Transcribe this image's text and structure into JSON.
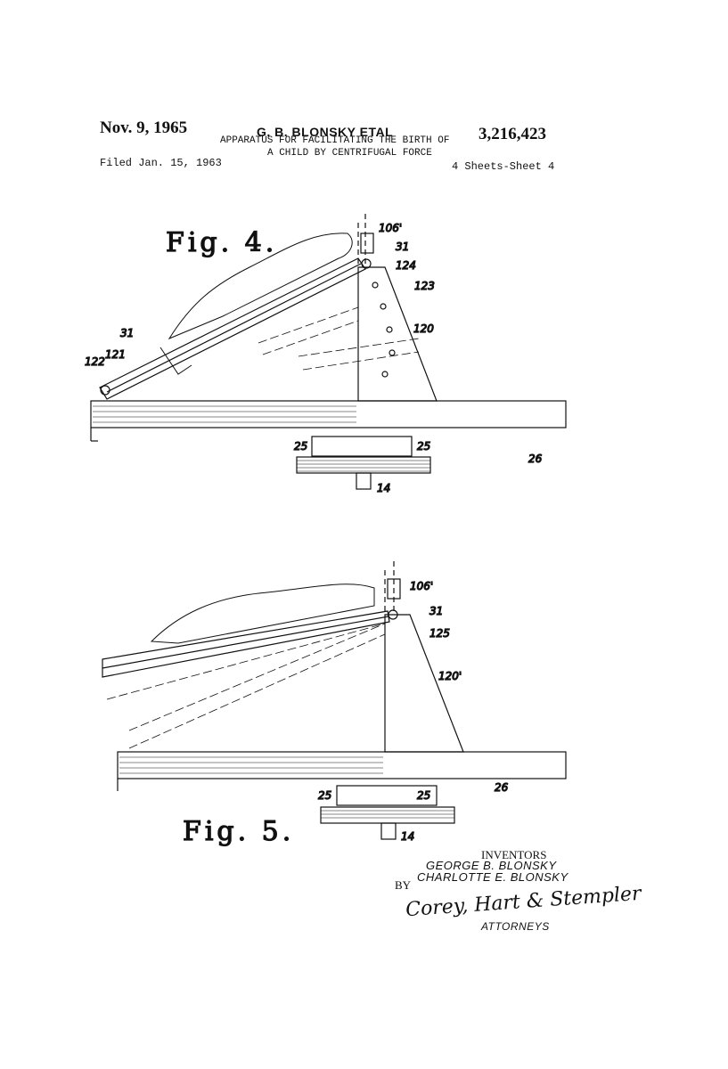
{
  "header": {
    "date": "Nov. 9, 1965",
    "inventor_line": "G. B. BLONSKY ETAL",
    "title_line1": "APPARATUS FOR FACILITATING THE BIRTH OF",
    "title_line2": "A CHILD BY CENTRIFUGAL FORCE",
    "patent_number": "3,216,423",
    "filed": "Filed Jan. 15, 1963",
    "sheets": "4 Sheets-Sheet 4"
  },
  "fig4": {
    "label": "Fig. 4.",
    "refs": [
      "106'",
      "31",
      "124",
      "123",
      "120",
      "31",
      "122",
      "121",
      "25",
      "25",
      "26",
      "14"
    ]
  },
  "fig5": {
    "label": "Fig. 5.",
    "refs": [
      "106'",
      "31",
      "125",
      "120'",
      "25",
      "25",
      "26",
      "14"
    ]
  },
  "footer": {
    "inventors_heading": "INVENTORS",
    "inventor1": "GEORGE B. BLONSKY",
    "inventor2": "CHARLOTTE E. BLONSKY",
    "by": "BY",
    "signature": "Corey, Hart & Stempler",
    "attorneys": "ATTORNEYS"
  }
}
